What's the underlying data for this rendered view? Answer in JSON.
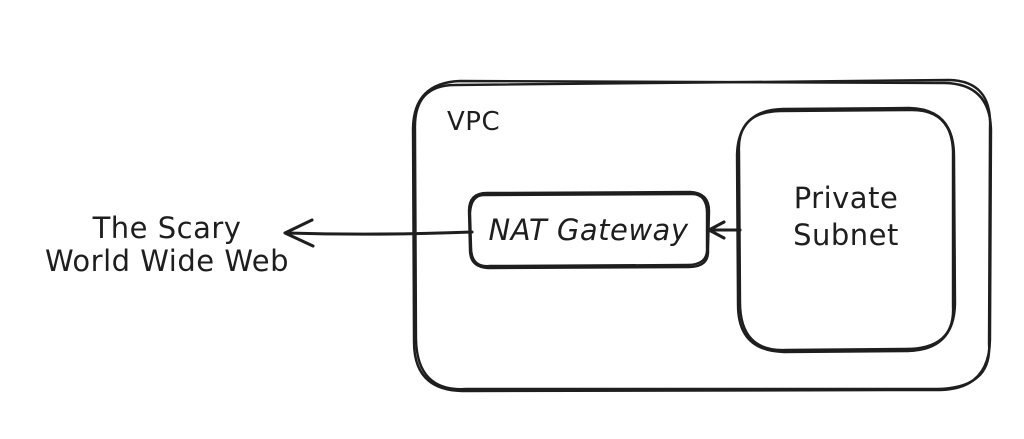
{
  "diagram": {
    "style": "hand-drawn sketch",
    "colors": {
      "stroke": "#1e1e1e",
      "background": "#ffffff"
    },
    "nodes": {
      "vpc": {
        "label": "VPC",
        "shape": "rounded-rectangle",
        "contains": [
          "nat_gateway",
          "private_subnet"
        ]
      },
      "private_subnet": {
        "label": "Private\nSubnet",
        "shape": "rounded-rectangle"
      },
      "nat_gateway": {
        "label": "NAT Gateway",
        "shape": "rounded-rectangle"
      },
      "internet": {
        "label": "The Scary\nWorld Wide Web",
        "shape": "text"
      }
    },
    "edges": [
      {
        "from": "private_subnet",
        "to": "nat_gateway",
        "style": "arrow",
        "direction": "left"
      },
      {
        "from": "nat_gateway",
        "to": "internet",
        "style": "arrow",
        "direction": "left"
      }
    ]
  }
}
